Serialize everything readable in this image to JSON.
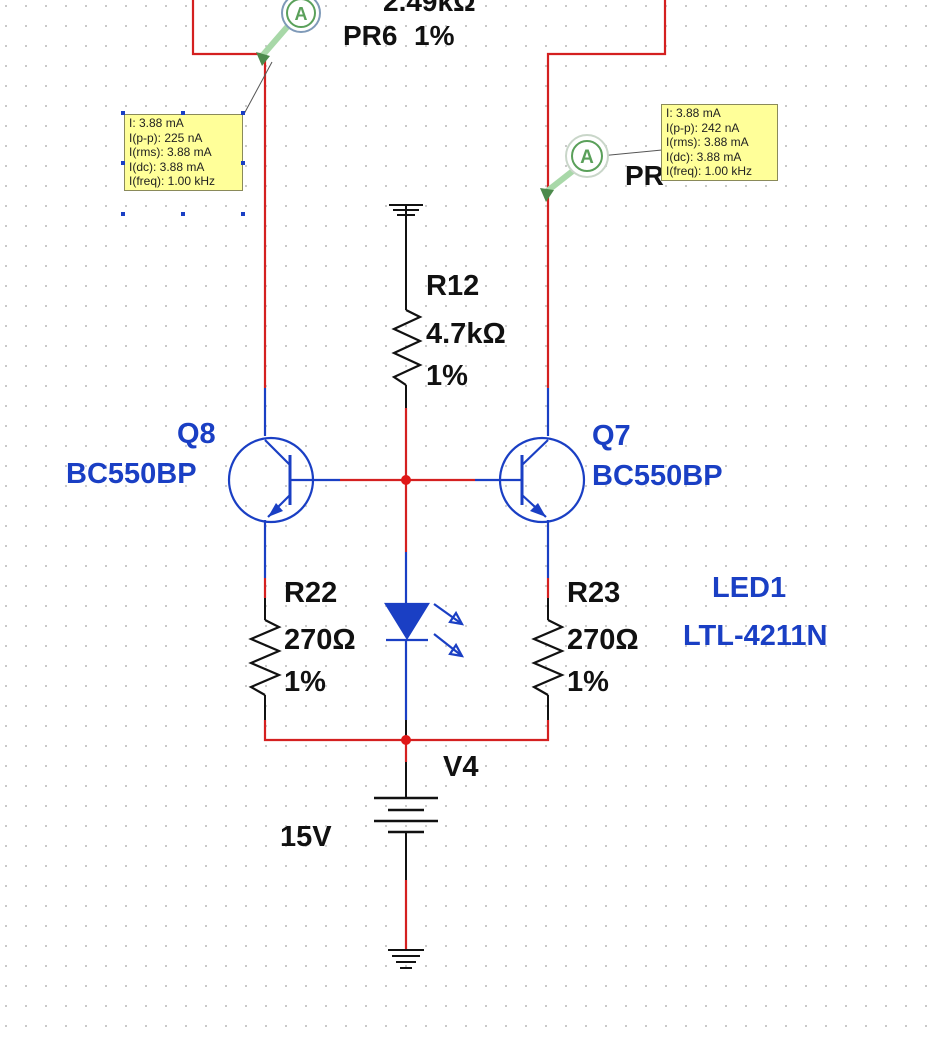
{
  "components": {
    "pr6_label": "PR6",
    "pr6_tol": "1%",
    "top_resistor_partial": "2.49kΩ",
    "pr7_partial": "PR",
    "r12": {
      "ref": "R12",
      "value": "4.7kΩ",
      "tol": "1%"
    },
    "r22": {
      "ref": "R22",
      "value": "270Ω",
      "tol": "1%"
    },
    "r23": {
      "ref": "R23",
      "value": "270Ω",
      "tol": "1%"
    },
    "q8": {
      "ref": "Q8",
      "model": "BC550BP"
    },
    "q7": {
      "ref": "Q7",
      "model": "BC550BP"
    },
    "led": {
      "ref": "LED1",
      "model": "LTL-4211N"
    },
    "source": {
      "ref": "V4",
      "value": "15V"
    }
  },
  "probes": {
    "left": {
      "symbol": "A",
      "lines": [
        "I: 3.88 mA",
        "I(p-p): 225 nA",
        "I(rms): 3.88 mA",
        "I(dc): 3.88 mA",
        "I(freq): 1.00 kHz"
      ]
    },
    "right": {
      "symbol": "A",
      "lines": [
        "I: 3.88 mA",
        "I(p-p): 242 nA",
        "I(rms): 3.88 mA",
        "I(dc): 3.88 mA",
        "I(freq): 1.00 kHz"
      ]
    }
  },
  "colors": {
    "wire_red": "#d42020",
    "wire_blue": "#1a3fc4",
    "component_black": "#111111",
    "label_blue": "#1a3fc4",
    "probe_green": "#5aa05a",
    "probe_fill": "#ffff99",
    "grid_dot": "#b8b8b8"
  }
}
